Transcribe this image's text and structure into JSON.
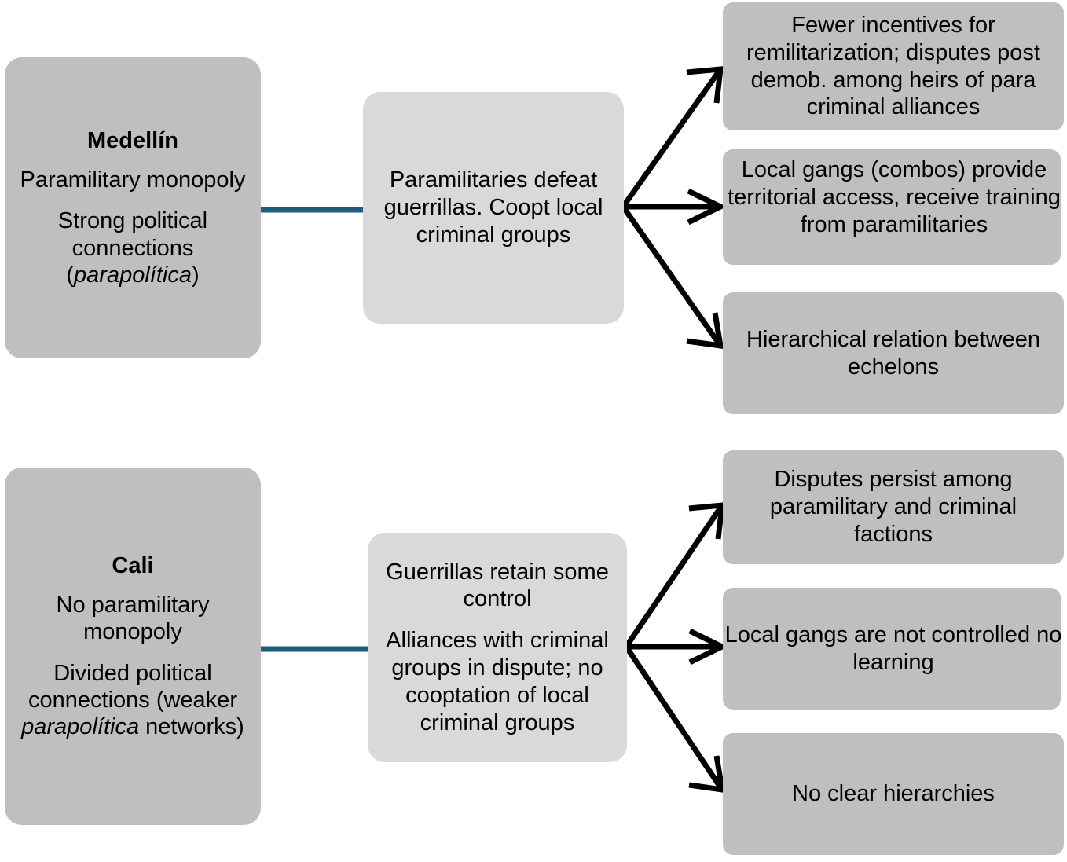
{
  "diagram": {
    "type": "flow-diagram",
    "background_color": "#ffffff",
    "palette": {
      "primary_box": "#bfbfbf",
      "middle_box": "#d9d9d9",
      "outcome_box": "#bfbfbf",
      "connector_line": "#1d5c7c",
      "arrow": "#000000",
      "text": "#000000"
    },
    "groups": [
      {
        "id": "medellin",
        "case": {
          "title": "Medellín",
          "lines": [
            "Paramilitary  monopoly"
          ],
          "paragraphs": [
            {
              "segments": [
                {
                  "text": "Strong political connections (",
                  "style": "normal"
                },
                {
                  "text": "parapolítica",
                  "style": "italic"
                },
                {
                  "text": ")",
                  "style": "normal"
                }
              ]
            }
          ]
        },
        "mechanism": {
          "paragraphs": [
            {
              "text": "Paramilitaries defeat guerrillas. Coopt local criminal groups"
            }
          ]
        },
        "outcomes": [
          {
            "text": "Fewer incentives for remilitarization; disputes post demob. among heirs of para criminal alliances"
          },
          {
            "text": "Local gangs (combos) provide territorial access, receive training from paramilitaries"
          },
          {
            "text": "Hierarchical relation between echelons"
          }
        ]
      },
      {
        "id": "cali",
        "case": {
          "title": "Cali",
          "lines": [
            "No paramilitary monopoly"
          ],
          "paragraphs": [
            {
              "segments": [
                {
                  "text": "Divided political connections (weaker ",
                  "style": "normal"
                },
                {
                  "text": "parapolítica",
                  "style": "italic"
                },
                {
                  "text": " networks)",
                  "style": "normal"
                }
              ]
            }
          ]
        },
        "mechanism": {
          "paragraphs": [
            {
              "text": "Guerrillas retain some control"
            },
            {
              "text": "Alliances with criminal groups in dispute; no cooptation of local criminal groups"
            }
          ]
        },
        "outcomes": [
          {
            "text": "Disputes persist among paramilitary and criminal factions"
          },
          {
            "text": "Local gangs are not controlled no learning"
          },
          {
            "text": "No clear hierarchies"
          }
        ]
      }
    ]
  }
}
